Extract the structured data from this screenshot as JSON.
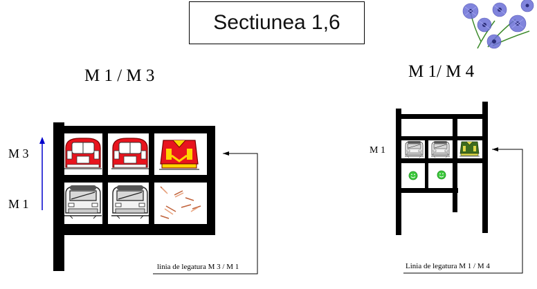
{
  "title": "Sectiunea 1,6",
  "left_section": {
    "heading": "M 1 / M 3",
    "upper_level": "M 3",
    "lower_level": "M 1",
    "connector_label": "linia de legatura M 3 / M 1"
  },
  "right_section": {
    "heading": "M 1/ M 4",
    "level": "M 1",
    "connector_label": "Linia de legatura M 1 / M 4"
  },
  "colors": {
    "structure": "#000000",
    "arrow_up": "#0000cc",
    "red_train": "#e8141e",
    "flower": "#6b6fd6",
    "smiley": "#3cc83c",
    "locomotive_green": "#3d6b1f"
  },
  "icons": {
    "decor": "cornflower-bouquet-icon",
    "train": "metro-train-front-icon",
    "locomotive": "locomotive-front-icon",
    "debris": "scattered-debris-icon",
    "smiley": "smiley-face-icon"
  }
}
